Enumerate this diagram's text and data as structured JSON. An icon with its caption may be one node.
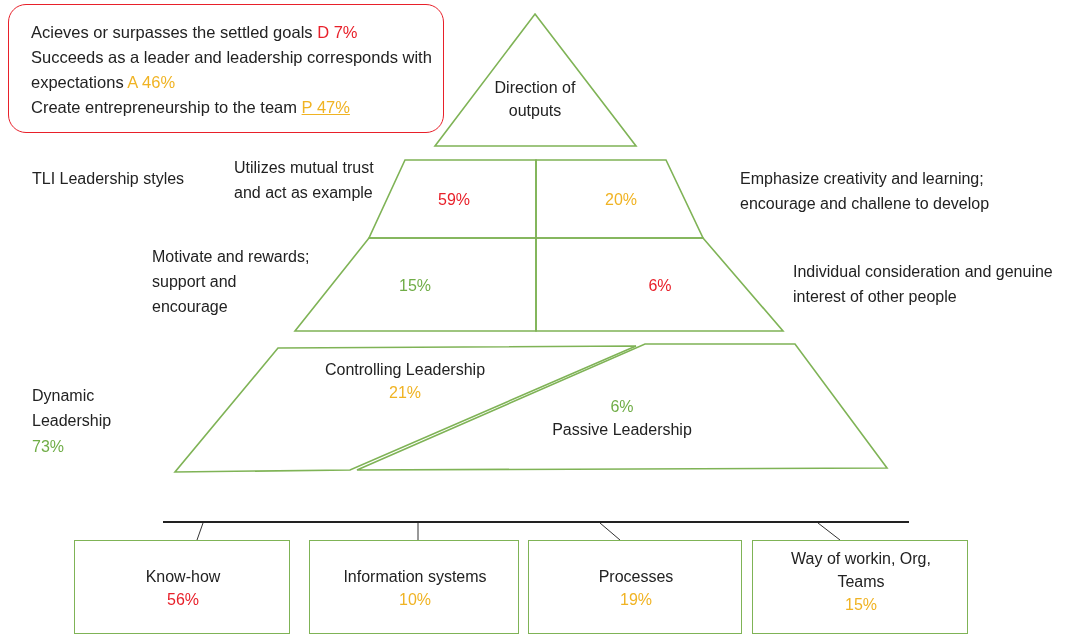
{
  "diagram": {
    "nodes": [
      {
        "text": [
          "Acieves or surpasses the settled goals",
          "D 7%",
          "Succeeds as a leader and leadership corresponds with expectations",
          "A 46%",
          "Create entrepreneurship to the team",
          "P 47%"
        ]
      },
      {
        "text": [
          "Direction of outputs"
        ]
      },
      {
        "text": [
          "59%"
        ],
        "beside": [
          "Utilizes mutual trust and act as example"
        ]
      },
      {
        "text": [
          "20%"
        ],
        "beside": [
          "Emphasize creativity and learning; encourage and challene to develop"
        ]
      },
      {
        "text": [
          "15%"
        ],
        "beside": [
          "Motivate and rewards; support and encourage"
        ]
      },
      {
        "text": [
          "6%"
        ],
        "beside": [
          "Individual consideration and genuine interest of other people"
        ]
      },
      {
        "text": [
          "Controlling Leadership",
          "21%"
        ]
      },
      {
        "text": [
          "6%",
          "Passive Leadership"
        ]
      },
      {
        "text": [],
        "shape": "bar"
      },
      {
        "text": [
          "Know-how",
          "56%"
        ]
      },
      {
        "text": [
          "Information systems",
          "10%"
        ]
      },
      {
        "text": [
          "Processes",
          "19%"
        ]
      },
      {
        "text": [
          "Way of workin, Org, Teams",
          "15%"
        ]
      }
    ],
    "edges": [
      {
        "from": 8,
        "to": 9,
        "arrow": "none"
      },
      {
        "from": 8,
        "to": 10,
        "arrow": "none"
      },
      {
        "from": 8,
        "to": 11,
        "arrow": "none"
      },
      {
        "from": 8,
        "to": 12,
        "arrow": "none"
      }
    ],
    "labels": [
      "TLI Leadership styles",
      "Dynamic Leadership",
      "73%"
    ]
  }
}
